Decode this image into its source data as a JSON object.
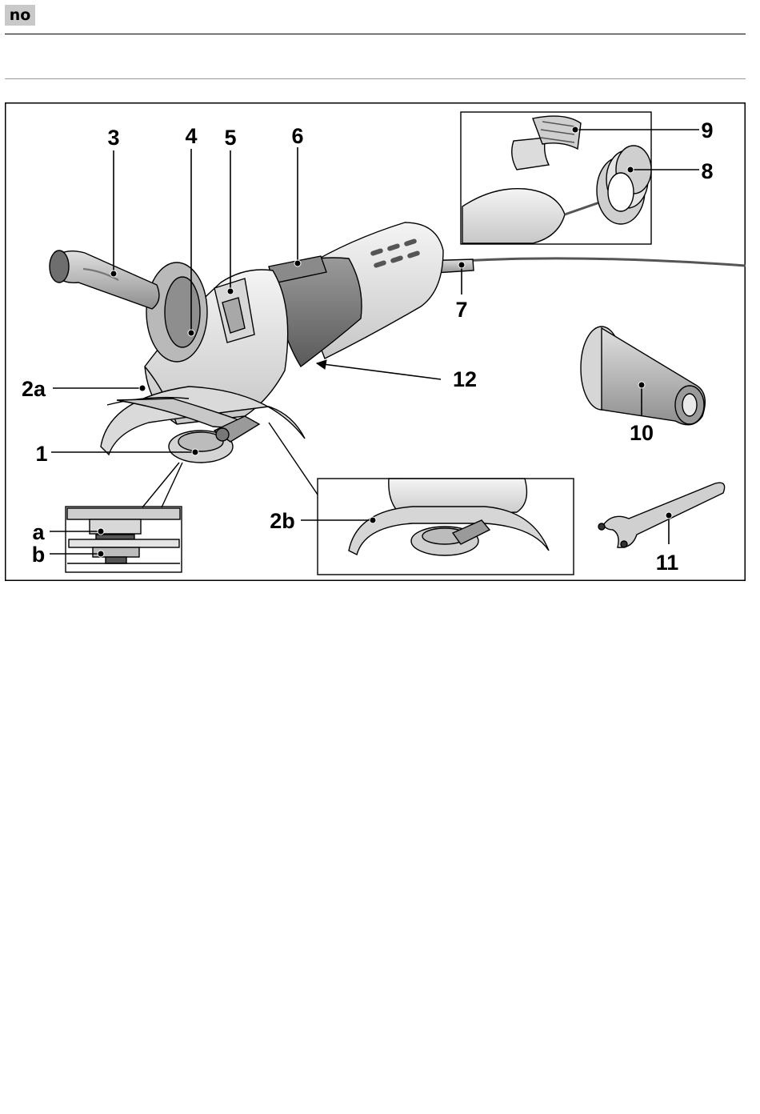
{
  "header": {
    "language_code": "no"
  },
  "figure": {
    "labels": {
      "l1": "1",
      "l2a": "2a",
      "l2b": "2b",
      "l3": "3",
      "l4": "4",
      "l5": "5",
      "l6": "6",
      "l7": "7",
      "l8": "8",
      "l9": "9",
      "l10": "10",
      "l11": "11",
      "l12": "12",
      "la": "a",
      "lb": "b"
    }
  }
}
